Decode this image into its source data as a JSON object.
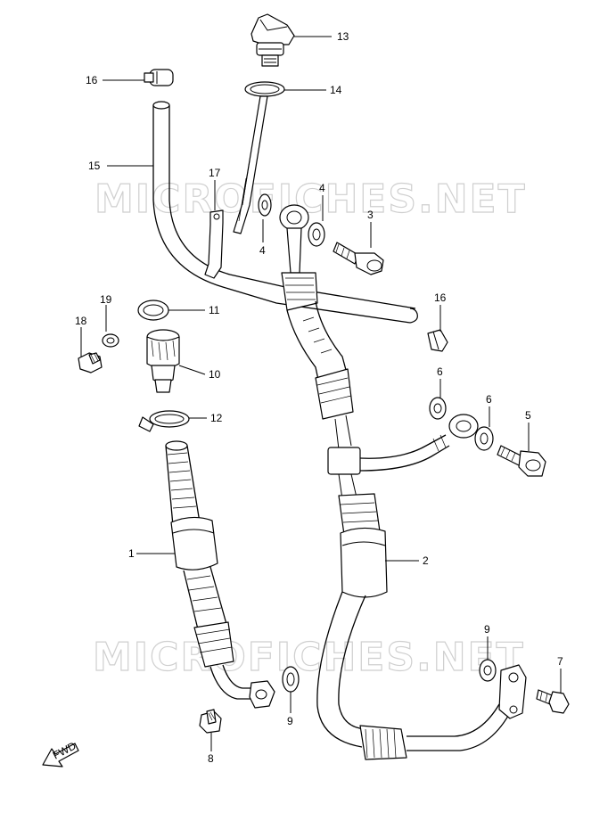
{
  "watermark": {
    "text": "MICROFICHES.NET"
  },
  "fwd_label": "FWD",
  "callouts": {
    "c13": "13",
    "c16a": "16",
    "c14": "14",
    "c15": "15",
    "c17": "17",
    "c4a": "4",
    "c4b": "4",
    "c3": "3",
    "c19": "19",
    "c11": "11",
    "c16b": "16",
    "c18": "18",
    "c10": "10",
    "c6a": "6",
    "c6b": "6",
    "c5": "5",
    "c12": "12",
    "c1": "1",
    "c2": "2",
    "c9a": "9",
    "c9b": "9",
    "c7": "7",
    "c8": "8"
  }
}
